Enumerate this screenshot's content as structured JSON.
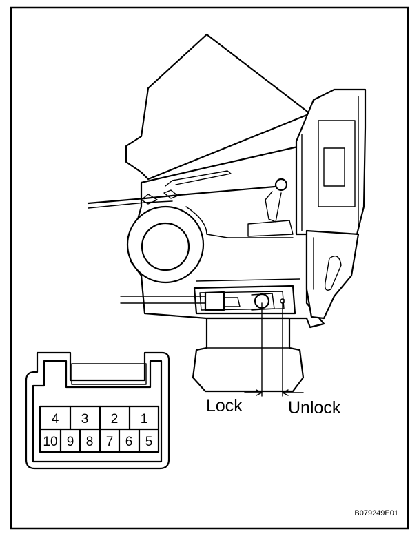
{
  "labels": {
    "lock": "Lock",
    "unlock": "Unlock",
    "figure_code": "B079249E01"
  },
  "connector": {
    "top_row": [
      "4",
      "3",
      "2",
      "1"
    ],
    "bottom_row": [
      "10",
      "9",
      "8",
      "7",
      "6",
      "5"
    ]
  }
}
